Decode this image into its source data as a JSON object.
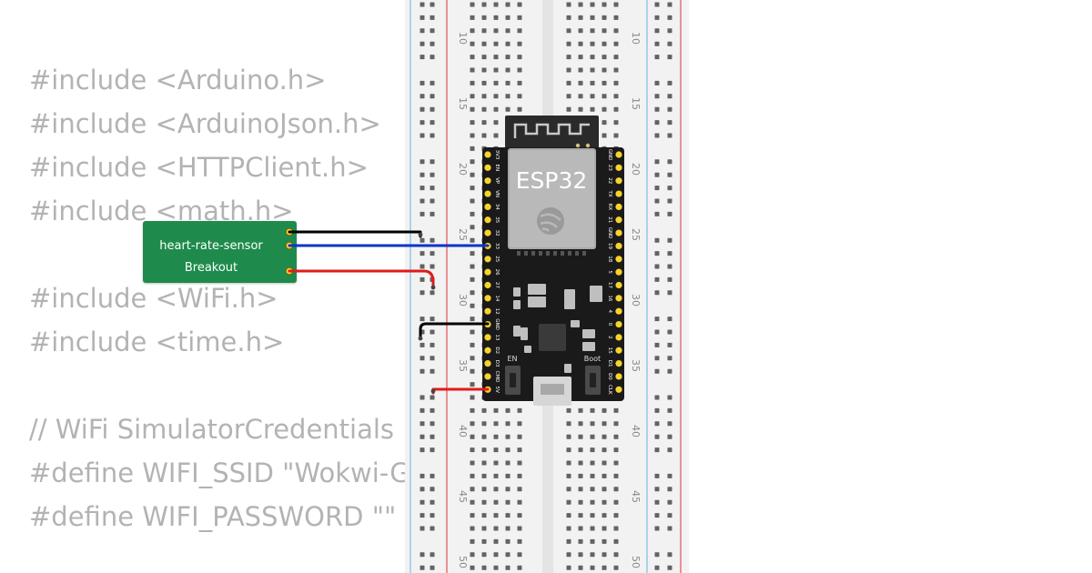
{
  "code": {
    "lines": [
      "#include <Arduino.h>",
      "#include <ArduinoJson.h>",
      "#include <HTTPClient.h>",
      "#include <math.h>",
      "",
      "#include <WiFi.h>",
      "#include <time.h>",
      "",
      "// WiFi SimulatorCredentials",
      "#define WIFI_SSID \"Wokwi-G",
      "#define WIFI_PASSWORD \"\""
    ]
  },
  "breadboard": {
    "row_numbers": [
      "10",
      "15",
      "20",
      "25",
      "30",
      "35",
      "40",
      "45",
      "50"
    ]
  },
  "sensor": {
    "label_line1": "heart-rate-sensor",
    "label_line2": "Breakout"
  },
  "esp32": {
    "chip_label": "ESP32",
    "button_en": "EN",
    "button_boot": "Boot",
    "left_pins": [
      "3V3",
      "EN",
      "VP",
      "VN",
      "34",
      "35",
      "32",
      "33",
      "25",
      "26",
      "27",
      "14",
      "12",
      "GND",
      "13",
      "D2",
      "D3",
      "CMD",
      "5V"
    ],
    "right_pins": [
      "GND",
      "23",
      "22",
      "TX",
      "RX",
      "21",
      "GND",
      "19",
      "18",
      "5",
      "17",
      "16",
      "4",
      "0",
      "2",
      "15",
      "D1",
      "D0",
      "CLK"
    ]
  },
  "wires": [
    {
      "name": "black",
      "color": "#000000"
    },
    {
      "name": "blue",
      "color": "#1034c9"
    },
    {
      "name": "red",
      "color": "#e01b1b"
    }
  ],
  "colors": {
    "breadboard_bg": "#f2f2f2",
    "breadboard_hole": "#636363",
    "rail_red": "#e57373",
    "rail_blue": "#8fc9e8",
    "sensor_green": "#1e8b4c",
    "board_black": "#1a1a1a",
    "pin_yellow": "#f6d32d",
    "code_gray": "#b3b3b3"
  }
}
